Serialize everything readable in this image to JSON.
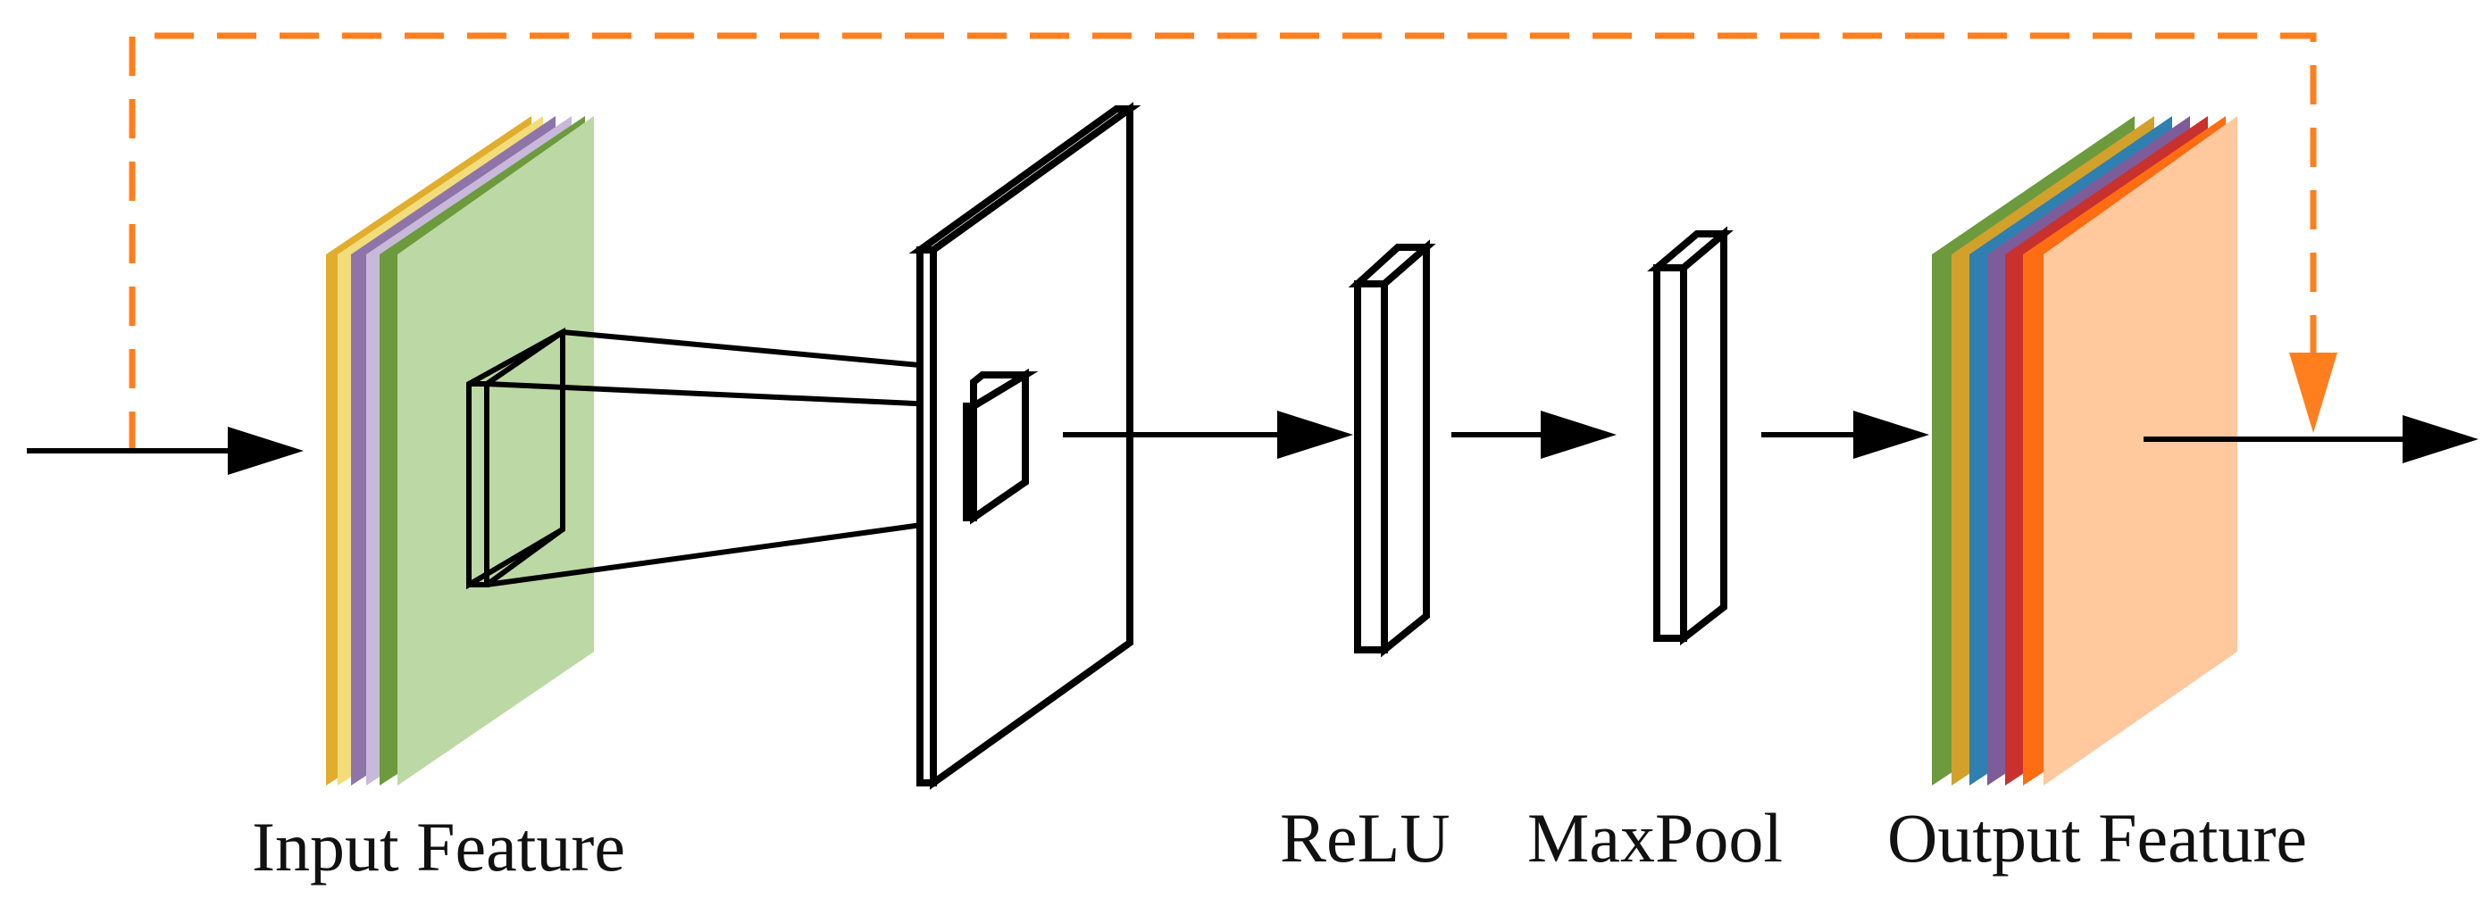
{
  "diagram": {
    "labels": {
      "input_feature": "Input Feature",
      "relu": "ReLU",
      "maxpool": "MaxPool",
      "output_feature": "Output Feature"
    },
    "colors": {
      "skip_connection": "#ff7f1e",
      "input_layers": [
        "#e0ad2c",
        "#f2dd7a",
        "#8e74a8",
        "#c8b8da",
        "#6c9a3d",
        "#bcd8a4"
      ],
      "output_layers": [
        "#6c9a3d",
        "#d2a12c",
        "#2f7fb0",
        "#7e5c9a",
        "#c8312d",
        "#ff6d12",
        "#ffc89d"
      ],
      "flow_arrows": "#000000"
    }
  }
}
